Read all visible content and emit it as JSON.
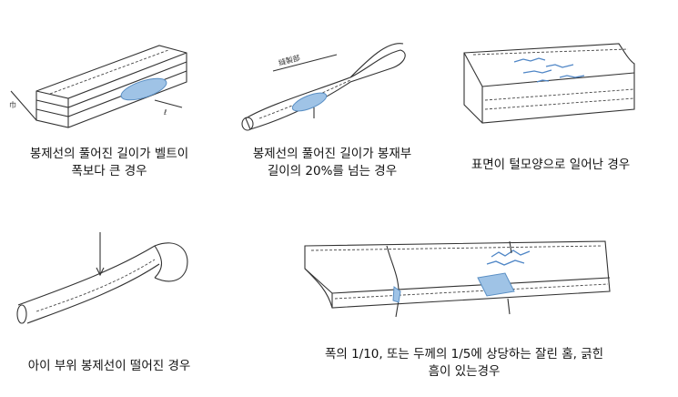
{
  "captions": {
    "c1_line1": "봉제선의 풀어진 길이가 벨트이",
    "c1_line2": "폭보다 큰 경우",
    "c2_line1": "봉제선의 풀어진 길이가 봉재부",
    "c2_line2": "길이의 20%를 넘는 경우",
    "c3": "표면이 털모양으로 일어난 경우",
    "c4": "아이 부위 봉제선이 떨어진 경우",
    "c5_line1": "폭의 1/10, 또는 두께의 1/5에 상당하는 잘린 홈, 긁힌",
    "c5_line2": "흠이 있는경우"
  },
  "labels": {
    "width_mark": "巾",
    "length_mark": "ℓ",
    "sewing_length": "縫製部"
  },
  "colors": {
    "damage": "#9fc3e6",
    "outline": "#333333"
  }
}
